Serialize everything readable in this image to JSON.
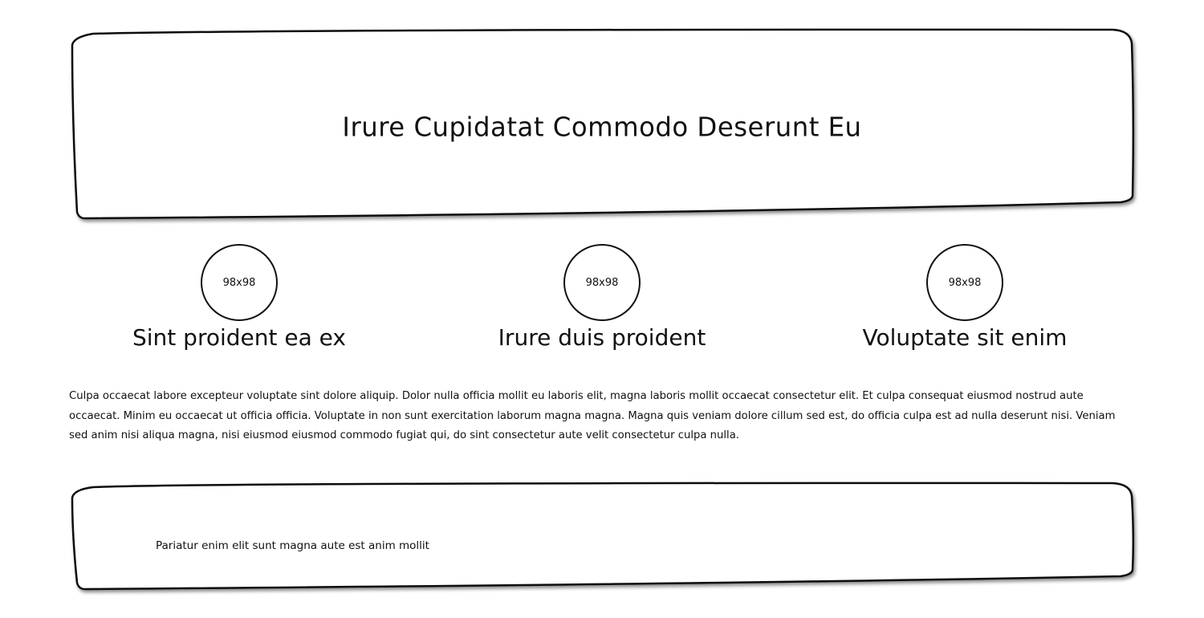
{
  "hero": {
    "title": "Irure Cupidatat Commodo Deserunt Eu"
  },
  "features": [
    {
      "image_label": "98x98",
      "title": "Sint proident ea ex"
    },
    {
      "image_label": "98x98",
      "title": "Irure duis proident"
    },
    {
      "image_label": "98x98",
      "title": "Voluptate sit enim"
    }
  ],
  "body_text": "Culpa occaecat labore excepteur voluptate sint dolore aliquip. Dolor nulla officia mollit eu laboris elit, magna laboris mollit occaecat consectetur elit. Et culpa consequat eiusmod nostrud aute occaecat. Minim eu occaecat ut officia officia. Voluptate in non sunt exercitation laborum magna magna. Magna quis veniam dolore cillum sed est, do officia culpa est ad nulla deserunt nisi. Veniam sed anim nisi aliqua magna, nisi eiusmod eiusmod commodo fugiat qui, do sint consectetur aute velit consectetur culpa nulla.",
  "footer": {
    "text": "Pariatur enim elit sunt magna aute est anim mollit"
  }
}
